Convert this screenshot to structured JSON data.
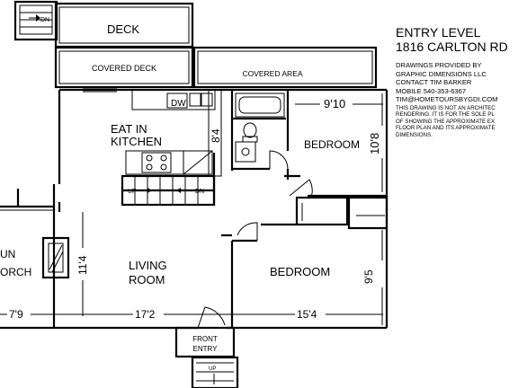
{
  "header": {
    "title": "ENTRY LEVEL",
    "address": "1816 CARLTON RD"
  },
  "credits": {
    "line1": "DRAWINGS PROVIDED BY",
    "line2": "GRAPHIC DIMENSIONS LLC",
    "line3": "CONTACT TIM BARKER",
    "line4": "MOBILE 540-353-6367",
    "line5": "TIM@HOMETOURSBYGDI.COM"
  },
  "disclaimer": {
    "line1": "THIS DRAWING IS NOT AN ARCHITEC",
    "line2": "RENDERING.  IT IS FOR THE SOLE PL",
    "line3": "OF SHOWING THE APPROXIMATE EX",
    "line4": "FLOOR PLAN AND ITS APPROXIMATE",
    "line5": "DIMENSIONS."
  },
  "rooms": {
    "deck": "DECK",
    "covered_deck": "COVERED DECK",
    "covered_area": "COVERED AREA",
    "kitchen_line1": "EAT IN",
    "kitchen_line2": "KITCHEN",
    "bedroom_upper": "BEDROOM",
    "bedroom_lower": "BEDROOM",
    "living_line1": "LIVING",
    "living_line2": "ROOM",
    "porch_line1": "UN",
    "porch_line2": "ORCH",
    "entry_line1": "FRONT",
    "entry_line2": "ENTRY"
  },
  "dimensions": {
    "bedroom_upper_width": "9'10",
    "bedroom_upper_depth": "10'8",
    "kitchen_depth": "8'4",
    "living_depth": "11'4",
    "porch_width": "7'9",
    "living_width": "17'2",
    "bedroom_lower_width": "15'4",
    "bedroom_lower_depth": "9'5"
  },
  "stairs": {
    "deck_stair": "DN",
    "kitchen_up": "UP",
    "kitchen_dn": "DN",
    "front_up": "UP"
  },
  "appliances": {
    "dishwasher": "DW"
  }
}
